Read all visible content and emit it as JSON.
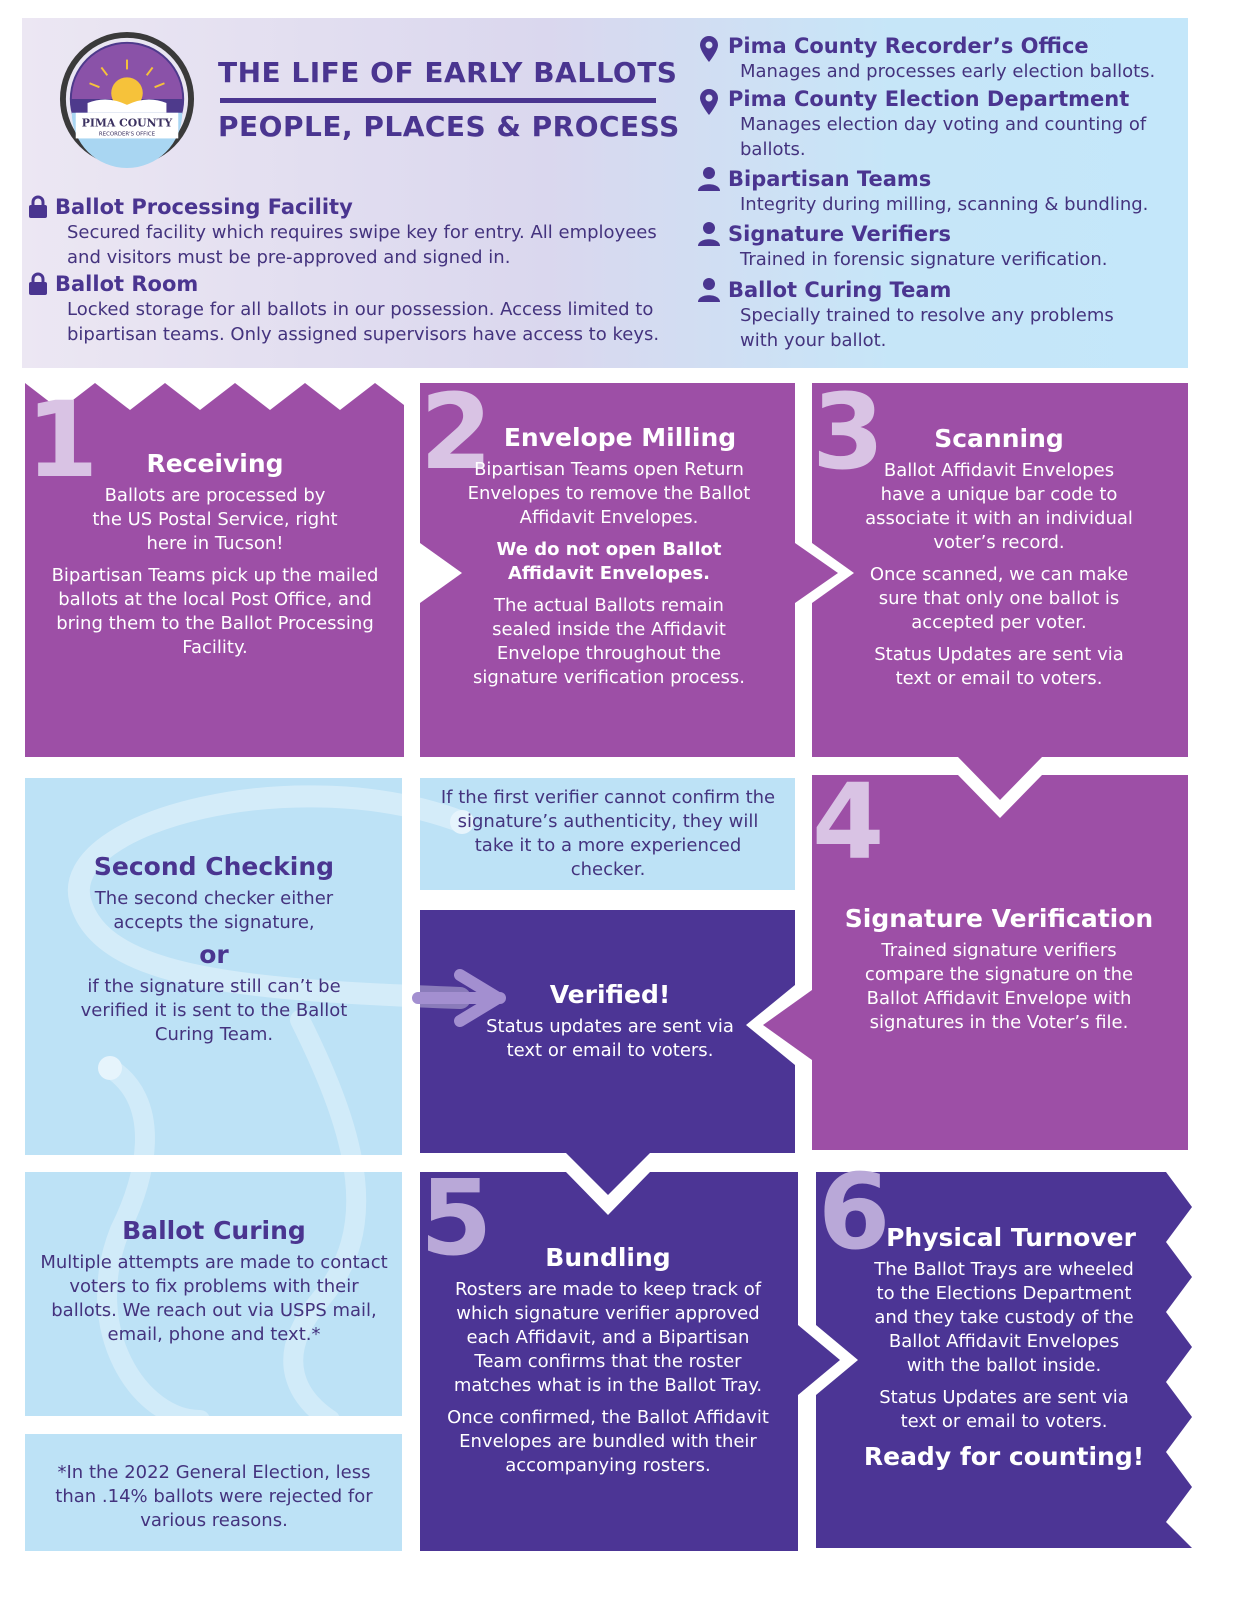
{
  "seal": {
    "name": "PIMA COUNTY",
    "sub": "RECORDER'S OFFICE"
  },
  "title": {
    "line1": "THE LIFE OF EARLY BALLOTS",
    "line2": "PEOPLE, PLACES & PROCESS"
  },
  "places": [
    {
      "icon": "lock-icon",
      "title": "Ballot Processing Facility",
      "desc": "Secured facility which requires swipe key for entry. All employees and visitors must be pre-approved and signed in."
    },
    {
      "icon": "lock-icon",
      "title": "Ballot Room",
      "desc": "Locked storage for all ballots in our possession. Access limited to bipartisan teams. Only assigned supervisors have access to keys."
    }
  ],
  "people": [
    {
      "icon": "map-pin-icon",
      "title": "Pima County Recorder’s Office",
      "desc": "Manages and processes early election ballots."
    },
    {
      "icon": "map-pin-icon",
      "title": "Pima County Election Department",
      "desc": "Manages election day voting and counting of ballots."
    },
    {
      "icon": "person-icon",
      "title": "Bipartisan Teams",
      "desc": "Integrity during milling, scanning & bundling."
    },
    {
      "icon": "person-icon",
      "title": "Signature Verifiers",
      "desc": "Trained in forensic signature verification."
    },
    {
      "icon": "person-icon",
      "title": "Ballot Curing Team",
      "desc": "Specially trained to resolve any problems with your ballot."
    }
  ],
  "steps": {
    "receiving": {
      "num": "1",
      "title": "Receiving",
      "p1": "Ballots are processed by the US Postal Service, right here in Tucson!",
      "p2": "Bipartisan Teams pick up the mailed ballots at the local Post Office, and bring them to the Ballot Processing Facility."
    },
    "milling": {
      "num": "2",
      "title": "Envelope Milling",
      "p1": "Bipartisan Teams open Return Envelopes to remove the Ballot Affidavit Envelopes.",
      "p2": "We do not open Ballot Affidavit Envelopes.",
      "p3": "The actual Ballots remain sealed inside the Affidavit Envelope throughout the signature verification process."
    },
    "scanning": {
      "num": "3",
      "title": "Scanning",
      "p1": "Ballot Affidavit Envelopes have a unique bar code to associate it with an individual voter’s record.",
      "p2": "Once scanned, we can make sure that only one ballot is accepted per voter.",
      "p3": "Status Updates are sent via text or email to voters."
    },
    "verification": {
      "num": "4",
      "title": "Signature Verification",
      "p1": "Trained signature verifiers compare the signature on the Ballot Affidavit Envelope with signatures in the Voter’s file."
    },
    "bundling": {
      "num": "5",
      "title": "Bundling",
      "p1": "Rosters are made to keep track of which signature verifier approved each Affidavit, and a Bipartisan Team confirms that the roster matches what is in the Ballot Tray.",
      "p2": "Once confirmed, the Ballot Affidavit Envelopes are bundled with their accompanying rosters."
    },
    "turnover": {
      "num": "6",
      "title": "Physical Turnover",
      "p1": "The Ballot Trays are wheeled to the Elections Department and they take custody of the Ballot Affidavit Envelopes with the ballot inside.",
      "p2": "Status Updates are sent via text or email to voters.",
      "p3": "Ready for counting!"
    }
  },
  "first_verifier_note": "If the first verifier cannot confirm the signature’s authenticity, they will take it to a more experienced checker.",
  "second_checking": {
    "title": "Second Checking",
    "p1": "The second checker either accepts the signature,",
    "or": "or",
    "p2": "if the signature still can’t be verified it is sent to the Ballot Curing Team."
  },
  "verified": {
    "title": "Verified!",
    "p1": "Status updates are sent via text or email to voters."
  },
  "ballot_curing": {
    "title": "Ballot Curing",
    "p1": "Multiple attempts are made to contact voters to fix problems with their ballots.  We reach out via USPS mail, email, phone and text.*"
  },
  "footnote": "*In the 2022 General Election, less than .14% ballots were rejected for various reasons.",
  "colors": {
    "purple": "#9d4fa6",
    "indigo": "#4c3595",
    "light_blue": "#bde2f6",
    "title_text": "#4a3590"
  }
}
